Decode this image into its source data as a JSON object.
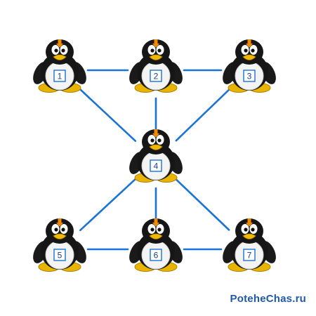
{
  "nodes": [
    {
      "id": "1",
      "label": "1"
    },
    {
      "id": "2",
      "label": "2"
    },
    {
      "id": "3",
      "label": "3"
    },
    {
      "id": "4",
      "label": "4"
    },
    {
      "id": "5",
      "label": "5"
    },
    {
      "id": "6",
      "label": "6"
    },
    {
      "id": "7",
      "label": "7"
    }
  ],
  "edges": [
    [
      "1",
      "2"
    ],
    [
      "2",
      "3"
    ],
    [
      "1",
      "4"
    ],
    [
      "2",
      "4"
    ],
    [
      "3",
      "4"
    ],
    [
      "4",
      "5"
    ],
    [
      "4",
      "6"
    ],
    [
      "4",
      "7"
    ],
    [
      "5",
      "6"
    ],
    [
      "6",
      "7"
    ]
  ],
  "colors": {
    "edge": "#1a73d6",
    "label_box_border": "#1a73d6",
    "label_text": "#1d3f8a",
    "watermark": "#1f5aa8"
  },
  "watermark": "PoteheChas.ru"
}
